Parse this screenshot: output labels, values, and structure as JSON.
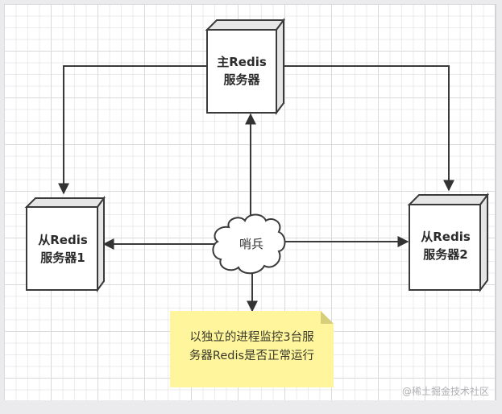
{
  "diagram": {
    "master": {
      "line1": "主Redis",
      "line2": "服务器"
    },
    "slave1": {
      "line1": "从Redis",
      "line2": "服务器1"
    },
    "slave2": {
      "line1": "从Redis",
      "line2": "服务器2"
    },
    "sentinel": {
      "label": "哨兵"
    },
    "note": {
      "line1": "以独立的进程监控3台服",
      "line2": "务器Redis是否正常运行"
    },
    "colors": {
      "stroke": "#3a3a3a",
      "box_fill": "#ffffff",
      "box_side": "#e6e6e6",
      "note_fill": "#fff59d",
      "note_fold": "#d6ce7a"
    }
  },
  "watermark": "@稀土掘金技术社区"
}
